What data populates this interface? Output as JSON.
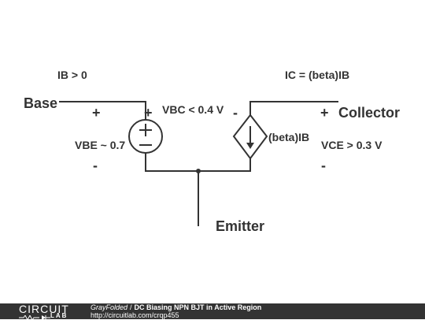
{
  "labels": {
    "ib": "IB > 0",
    "ic": "IC = (beta)IB",
    "base": "Base",
    "collector": "Collector",
    "emitter": "Emitter",
    "vbc": "VBC < 0.4 V",
    "vbe": "VBE ~ 0.7",
    "vce": "VCE > 0.3 V",
    "source": "(beta)IB",
    "plus": "+",
    "minus": "-"
  },
  "footer": {
    "logo_top": "CIRCUIT",
    "logo_bottom": "LAB",
    "author": "GrayFolded",
    "separator": "/",
    "title": "DC Biasing NPN BJT in Active Region",
    "url": "http://circuitlab.com/crqp455"
  },
  "colors": {
    "wire": "#333333",
    "text": "#333333",
    "footer_bg": "#333333"
  }
}
